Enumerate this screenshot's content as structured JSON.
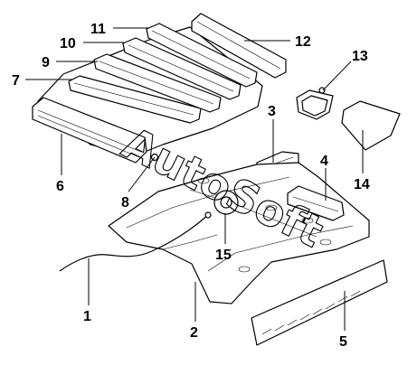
{
  "watermark": "AutoSoft",
  "parts": [
    {
      "number": "1",
      "part": "parking-brake-cable"
    },
    {
      "number": "2",
      "part": "floor-pan"
    },
    {
      "number": "3",
      "part": "floor-tunnel-rail"
    },
    {
      "number": "4",
      "part": "floor-crossmember-bracket"
    },
    {
      "number": "5",
      "part": "side-sill-panel"
    },
    {
      "number": "6",
      "part": "front-roof-bow"
    },
    {
      "number": "7",
      "part": "roof-crossmember-1"
    },
    {
      "number": "8",
      "part": "roof-fastener"
    },
    {
      "number": "9",
      "part": "roof-crossmember-2"
    },
    {
      "number": "10",
      "part": "roof-crossmember-3"
    },
    {
      "number": "11",
      "part": "roof-crossmember-4"
    },
    {
      "number": "12",
      "part": "rear-roof-bow"
    },
    {
      "number": "13",
      "part": "interior-light"
    },
    {
      "number": "14",
      "part": "sun-visor"
    },
    {
      "number": "15",
      "part": "tunnel-grommet"
    }
  ],
  "colors": {
    "line": "#000000",
    "background": "#ffffff"
  }
}
